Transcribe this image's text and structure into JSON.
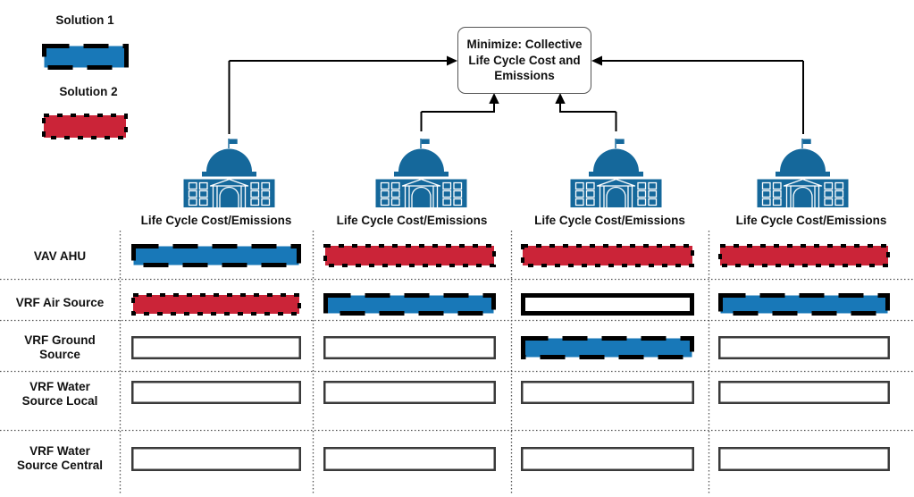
{
  "legend": {
    "solution1_label": "Solution 1",
    "solution2_label": "Solution 2"
  },
  "objective_box": {
    "text": "Minimize: Collective Life Cycle Cost and Emissions"
  },
  "buildings": {
    "count": 4,
    "icon": "capitol-building-icon"
  },
  "matrix": {
    "column_header": "Life Cycle Cost/Emissions",
    "row_labels": [
      "VAV AHU",
      "VRF Air Source",
      "VRF Ground Source",
      "VRF Water Source Local",
      "VRF Water Source Central"
    ],
    "cells": [
      [
        "solution1",
        "solution2",
        "solution2",
        "solution2"
      ],
      [
        "solution2",
        "solution1",
        "empty-bold",
        "solution1"
      ],
      [
        "empty",
        "empty",
        "solution1",
        "empty"
      ],
      [
        "empty",
        "empty",
        "empty",
        "empty"
      ],
      [
        "empty",
        "empty",
        "empty",
        "empty"
      ]
    ]
  },
  "colors": {
    "solution1_fill": "#1878b8",
    "solution2_fill": "#cb2438",
    "building_fill": "#15689b",
    "stroke": "#000000",
    "empty_stroke": "#3a3a3a",
    "grid_dots": "#555555"
  }
}
